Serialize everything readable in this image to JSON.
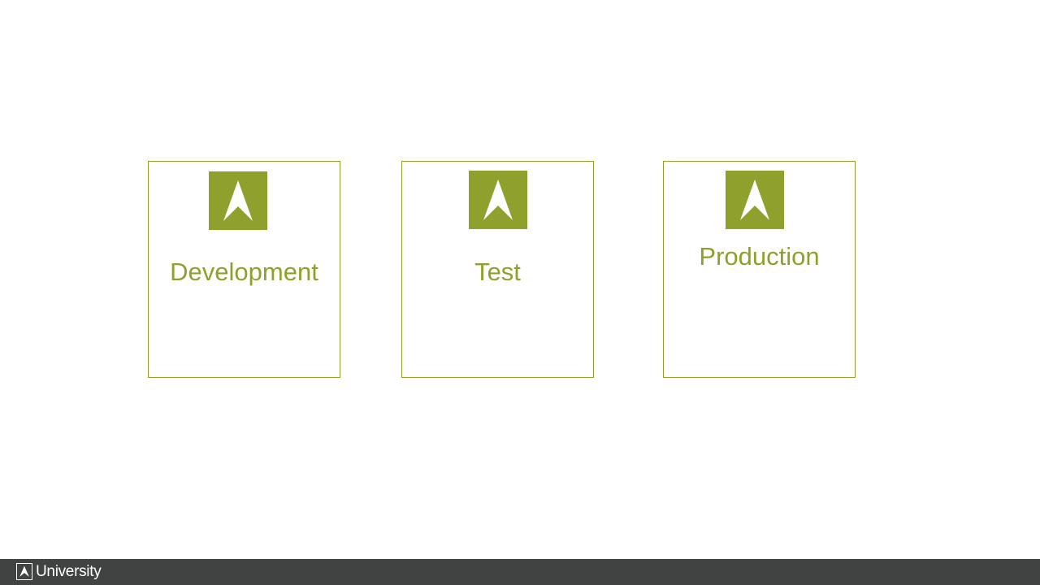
{
  "colors": {
    "accent": "#8fa12c",
    "footer_background": "#414343",
    "footer_text": "#ffffff",
    "background": "#ffffff"
  },
  "environments": [
    {
      "label": "Development",
      "icon": "arrow-up-logo-icon"
    },
    {
      "label": "Test",
      "icon": "arrow-up-logo-icon"
    },
    {
      "label": "Production",
      "icon": "arrow-up-logo-icon"
    }
  ],
  "footer": {
    "brand_label": "University",
    "icon": "arrow-up-logo-icon"
  }
}
